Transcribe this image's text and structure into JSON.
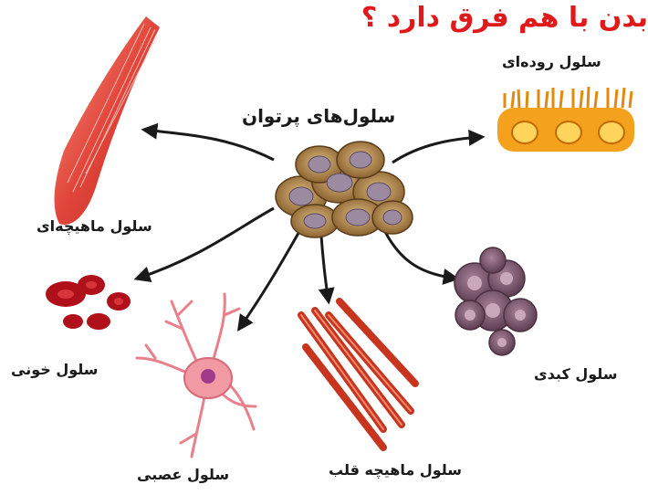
{
  "title": "بدن با هم فرق دارد ؟",
  "labels": {
    "center": "سلول‌های پرتوان",
    "intestinal": "سلول روده‌ای",
    "muscle": "سلول ماهیچه‌ای",
    "blood": "سلول خونی",
    "liver": "سلول کبدی",
    "nerve": "سلول عصبی",
    "heart": "سلول ماهیچه قلب"
  },
  "colors": {
    "title": "#e01a1a",
    "arrow": "#1a1a1a",
    "stem_cell": "#c79a5a",
    "intestinal": "#f4a21d",
    "muscle": "#e2453a",
    "blood": "#b0101a",
    "liver": "#8e6677",
    "nerve": "#f29aa4",
    "heart": "#c8351f"
  }
}
